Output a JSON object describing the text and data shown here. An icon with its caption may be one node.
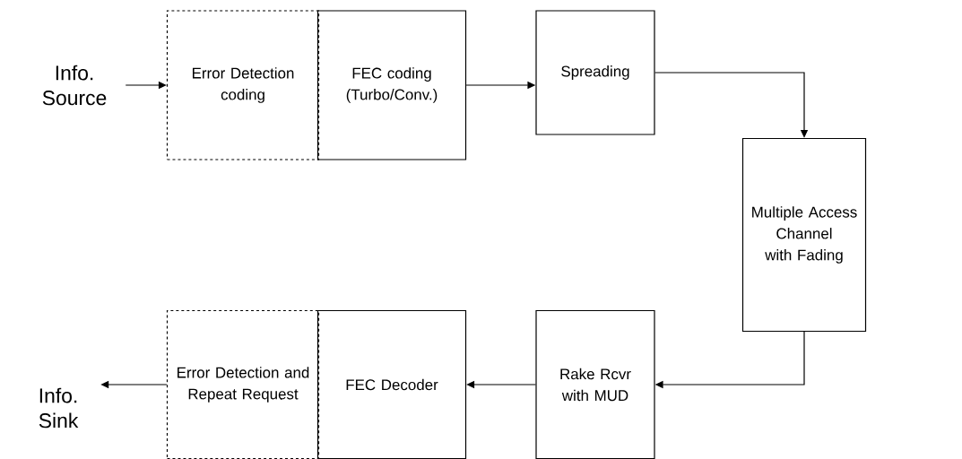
{
  "diagram": {
    "nodes": [
      {
        "text": [
          "Info. Source"
        ]
      },
      {
        "text": [
          "Error Detection coding"
        ]
      },
      {
        "text": [
          "FEC coding (Turbo/Conv.)"
        ]
      },
      {
        "text": [
          "Spreading"
        ]
      },
      {
        "text": [
          "Multiple Access Channel with Fading"
        ]
      },
      {
        "text": [
          "Rake Rcvr with MUD"
        ]
      },
      {
        "text": [
          "FEC Decoder"
        ]
      },
      {
        "text": [
          "Error Detection and Repeat Request"
        ]
      },
      {
        "text": [
          "Info. Sink"
        ]
      }
    ],
    "edges": [
      {
        "from": 0,
        "to": 1,
        "arrow": "to"
      },
      {
        "from": 2,
        "to": 3,
        "arrow": "to"
      },
      {
        "from": 3,
        "to": 4,
        "arrow": "to"
      },
      {
        "from": 4,
        "to": 5,
        "arrow": "to"
      },
      {
        "from": 5,
        "to": 6,
        "arrow": "to"
      },
      {
        "from": 7,
        "to": 8,
        "arrow": "to"
      }
    ]
  }
}
